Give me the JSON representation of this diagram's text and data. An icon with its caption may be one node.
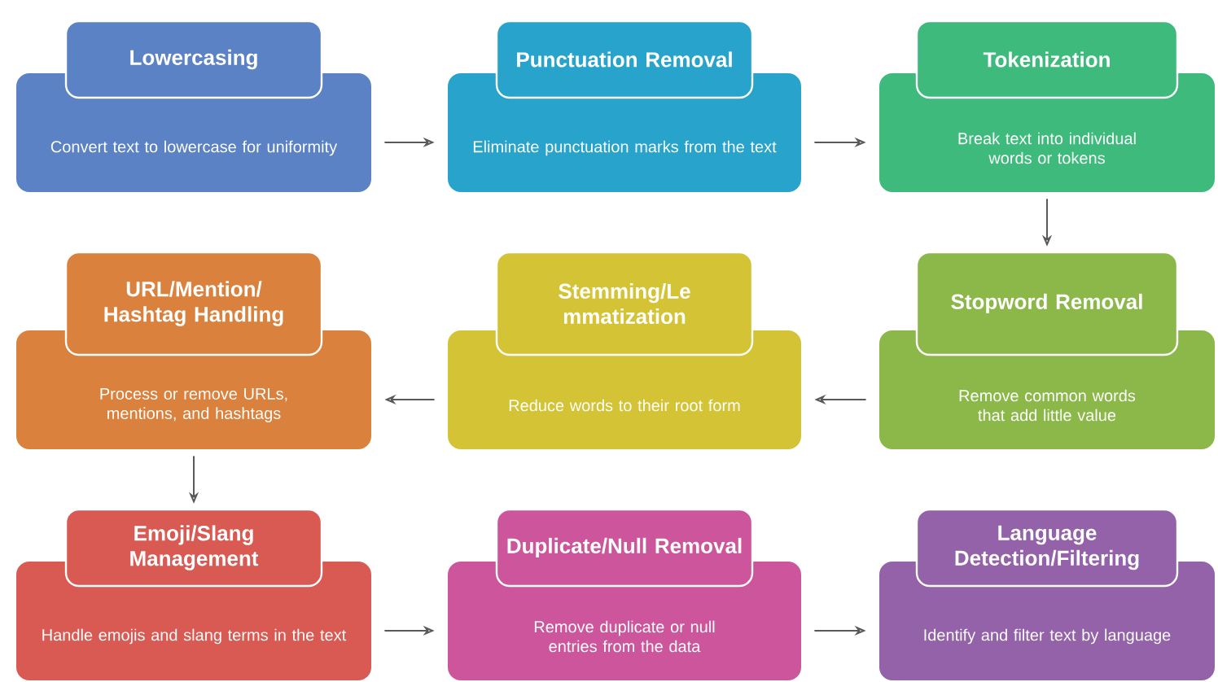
{
  "diagram": {
    "nodes": [
      {
        "text": [
          "Lowercasing",
          "Convert text to lowercase for uniformity"
        ]
      },
      {
        "text": [
          "Punctuation Removal",
          "Eliminate punctuation marks from the text"
        ]
      },
      {
        "text": [
          "Tokenization",
          "Break text into individual words or tokens"
        ]
      },
      {
        "text": [
          "URL/Mention/ Hashtag Handling",
          "Process or remove URLs, mentions, and hashtags"
        ]
      },
      {
        "text": [
          "Stemming/Le mmatization",
          "Reduce words to their root form"
        ]
      },
      {
        "text": [
          "Stopword Removal",
          "Remove common words that add little value"
        ]
      },
      {
        "text": [
          "Emoji/Slang Management",
          "Handle emojis and slang terms in the text"
        ]
      },
      {
        "text": [
          "Duplicate/Null Removal",
          "Remove duplicate or null entries from the data"
        ]
      },
      {
        "text": [
          "Language Detection/Filtering",
          "Identify and filter text by language"
        ]
      }
    ],
    "edges": [
      {
        "from": 0,
        "to": 1,
        "arrow": "to"
      },
      {
        "from": 1,
        "to": 2,
        "arrow": "to"
      },
      {
        "from": 2,
        "to": 5,
        "arrow": "to"
      },
      {
        "from": 5,
        "to": 4,
        "arrow": "to"
      },
      {
        "from": 4,
        "to": 3,
        "arrow": "to"
      },
      {
        "from": 3,
        "to": 6,
        "arrow": "to"
      },
      {
        "from": 6,
        "to": 7,
        "arrow": "to"
      },
      {
        "from": 7,
        "to": 8,
        "arrow": "to"
      }
    ]
  }
}
